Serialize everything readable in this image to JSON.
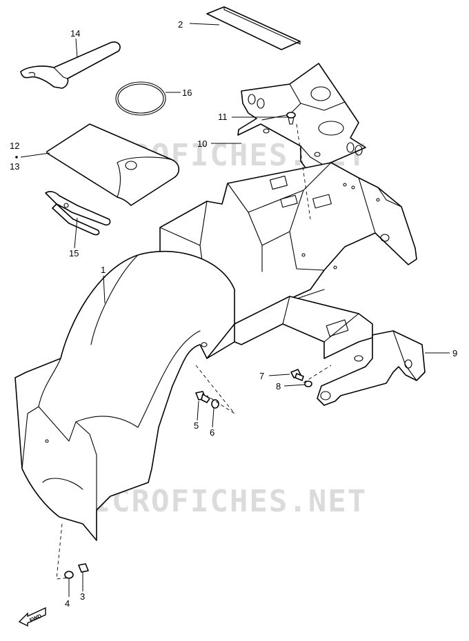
{
  "watermark": {
    "top": "MICROFICHES.NET",
    "bottom": "MICROFICHES.NET"
  },
  "direction_marker": "FWD",
  "callouts": [
    {
      "id": "c1",
      "label": "1"
    },
    {
      "id": "c2",
      "label": "2"
    },
    {
      "id": "c3",
      "label": "3"
    },
    {
      "id": "c4",
      "label": "4"
    },
    {
      "id": "c5",
      "label": "5"
    },
    {
      "id": "c6",
      "label": "6"
    },
    {
      "id": "c7",
      "label": "7"
    },
    {
      "id": "c8",
      "label": "8"
    },
    {
      "id": "c9",
      "label": "9"
    },
    {
      "id": "c10",
      "label": "10"
    },
    {
      "id": "c11",
      "label": "11"
    },
    {
      "id": "c12",
      "label": "12"
    },
    {
      "id": "c13",
      "label": "13"
    },
    {
      "id": "c14",
      "label": "14"
    },
    {
      "id": "c15",
      "label": "15"
    },
    {
      "id": "c16",
      "label": "16"
    }
  ]
}
